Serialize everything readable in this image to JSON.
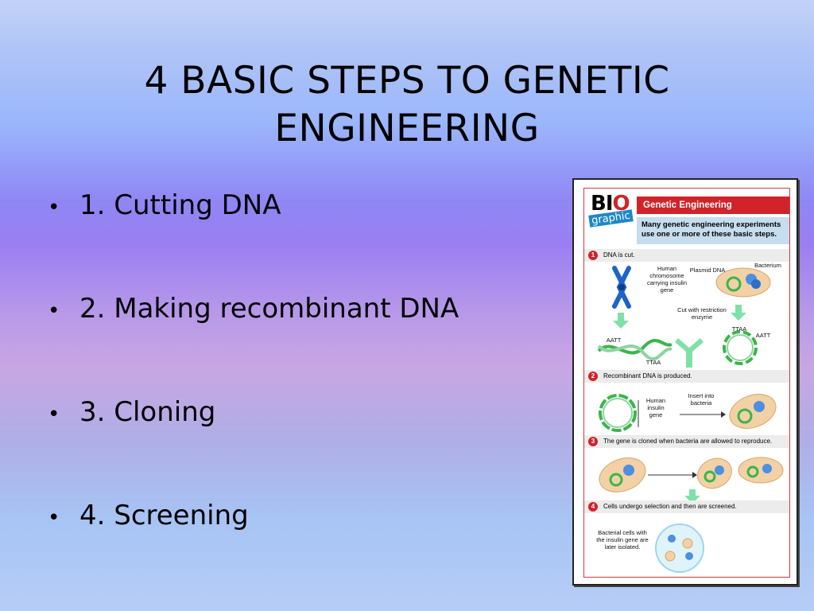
{
  "slide": {
    "title_line1": "4 BASIC STEPS TO GENETIC",
    "title_line2": "ENGINEERING",
    "bullets": [
      "1. Cutting DNA",
      "2. Making recombinant DNA",
      "3. Cloning",
      "4. Screening"
    ],
    "bullet_glyph": "•"
  },
  "figure": {
    "logo_bio_b": "B",
    "logo_bio_i": "I",
    "logo_bio_o": "O",
    "logo_graphic": "graphic",
    "header": "Genetic Engineering",
    "intro": "Many genetic engineering experiments use one or more of these basic steps.",
    "steps": [
      {
        "num": "1",
        "text": "DNA is cut."
      },
      {
        "num": "2",
        "text": "Recombinant DNA is produced."
      },
      {
        "num": "3",
        "text": "The gene is cloned when bacteria are allowed to reproduce."
      },
      {
        "num": "4",
        "text": "Cells undergo selection and then are screened."
      }
    ],
    "labels": {
      "human_chromosome": "Human chromosome carrying insulin gene",
      "plasmid_dna": "Plasmid DNA",
      "bacterium": "Bacterium",
      "cut_with": "Cut with restriction enzyme",
      "seq_aatt_left": "AATT",
      "seq_ttaa_left": "TTAA",
      "seq_ttaa_right": "TTAA",
      "seq_aatt_right": "AATT",
      "human_insulin_gene": "Human insulin gene",
      "insert_into": "Insert into bacteria",
      "bacterial_cells": "Bacterial cells with the insulin gene are later isolated."
    },
    "colors": {
      "accent_red": "#d0232a",
      "intro_blue": "#c6dcef",
      "arrow_green": "#7fe0a8",
      "dna_green": "#3bb54a",
      "chromosome_blue": "#1f63c9"
    }
  }
}
